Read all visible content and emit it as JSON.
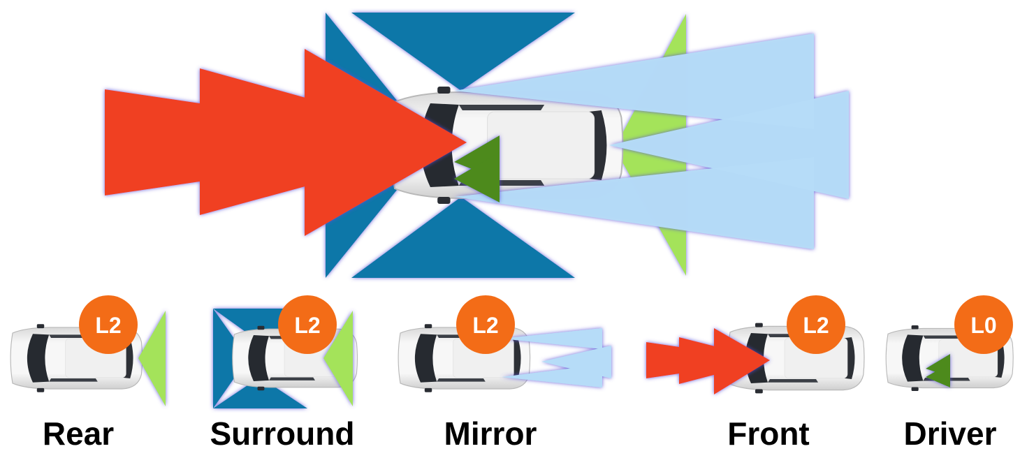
{
  "colors": {
    "rear_camera": "#f04023",
    "surround_camera": "#0a77a8",
    "mirror_camera": "#b6dcf8",
    "front_camera": "#a4e35a",
    "driver_camera": "#4d8a1f",
    "badge": "#f36c17",
    "outline_glow": "#5a4fd6",
    "car_body": "#f2f2f2",
    "car_glass": "#262a30"
  },
  "modes": [
    {
      "id": "rear",
      "label": "Rear",
      "level": "L2"
    },
    {
      "id": "surround",
      "label": "Surround",
      "level": "L2"
    },
    {
      "id": "mirror",
      "label": "Mirror",
      "level": "L2"
    },
    {
      "id": "front",
      "label": "Front",
      "level": "L2"
    },
    {
      "id": "driver",
      "label": "Driver",
      "level": "L0"
    }
  ]
}
